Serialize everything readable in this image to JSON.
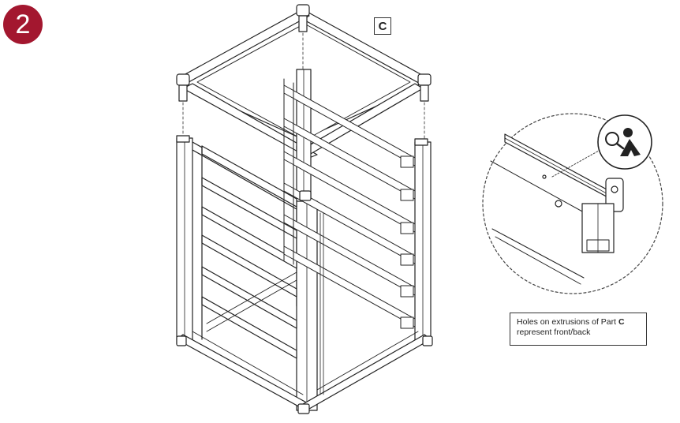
{
  "step": {
    "number": "2",
    "badge_color": "#a3172f"
  },
  "part": {
    "label": "C"
  },
  "note": {
    "text_before": "Holes on extrusions of Part ",
    "part_ref": "C",
    "text_after": "represent front/back"
  },
  "icons": {
    "magnifier": "inspect-magnifier-icon"
  }
}
